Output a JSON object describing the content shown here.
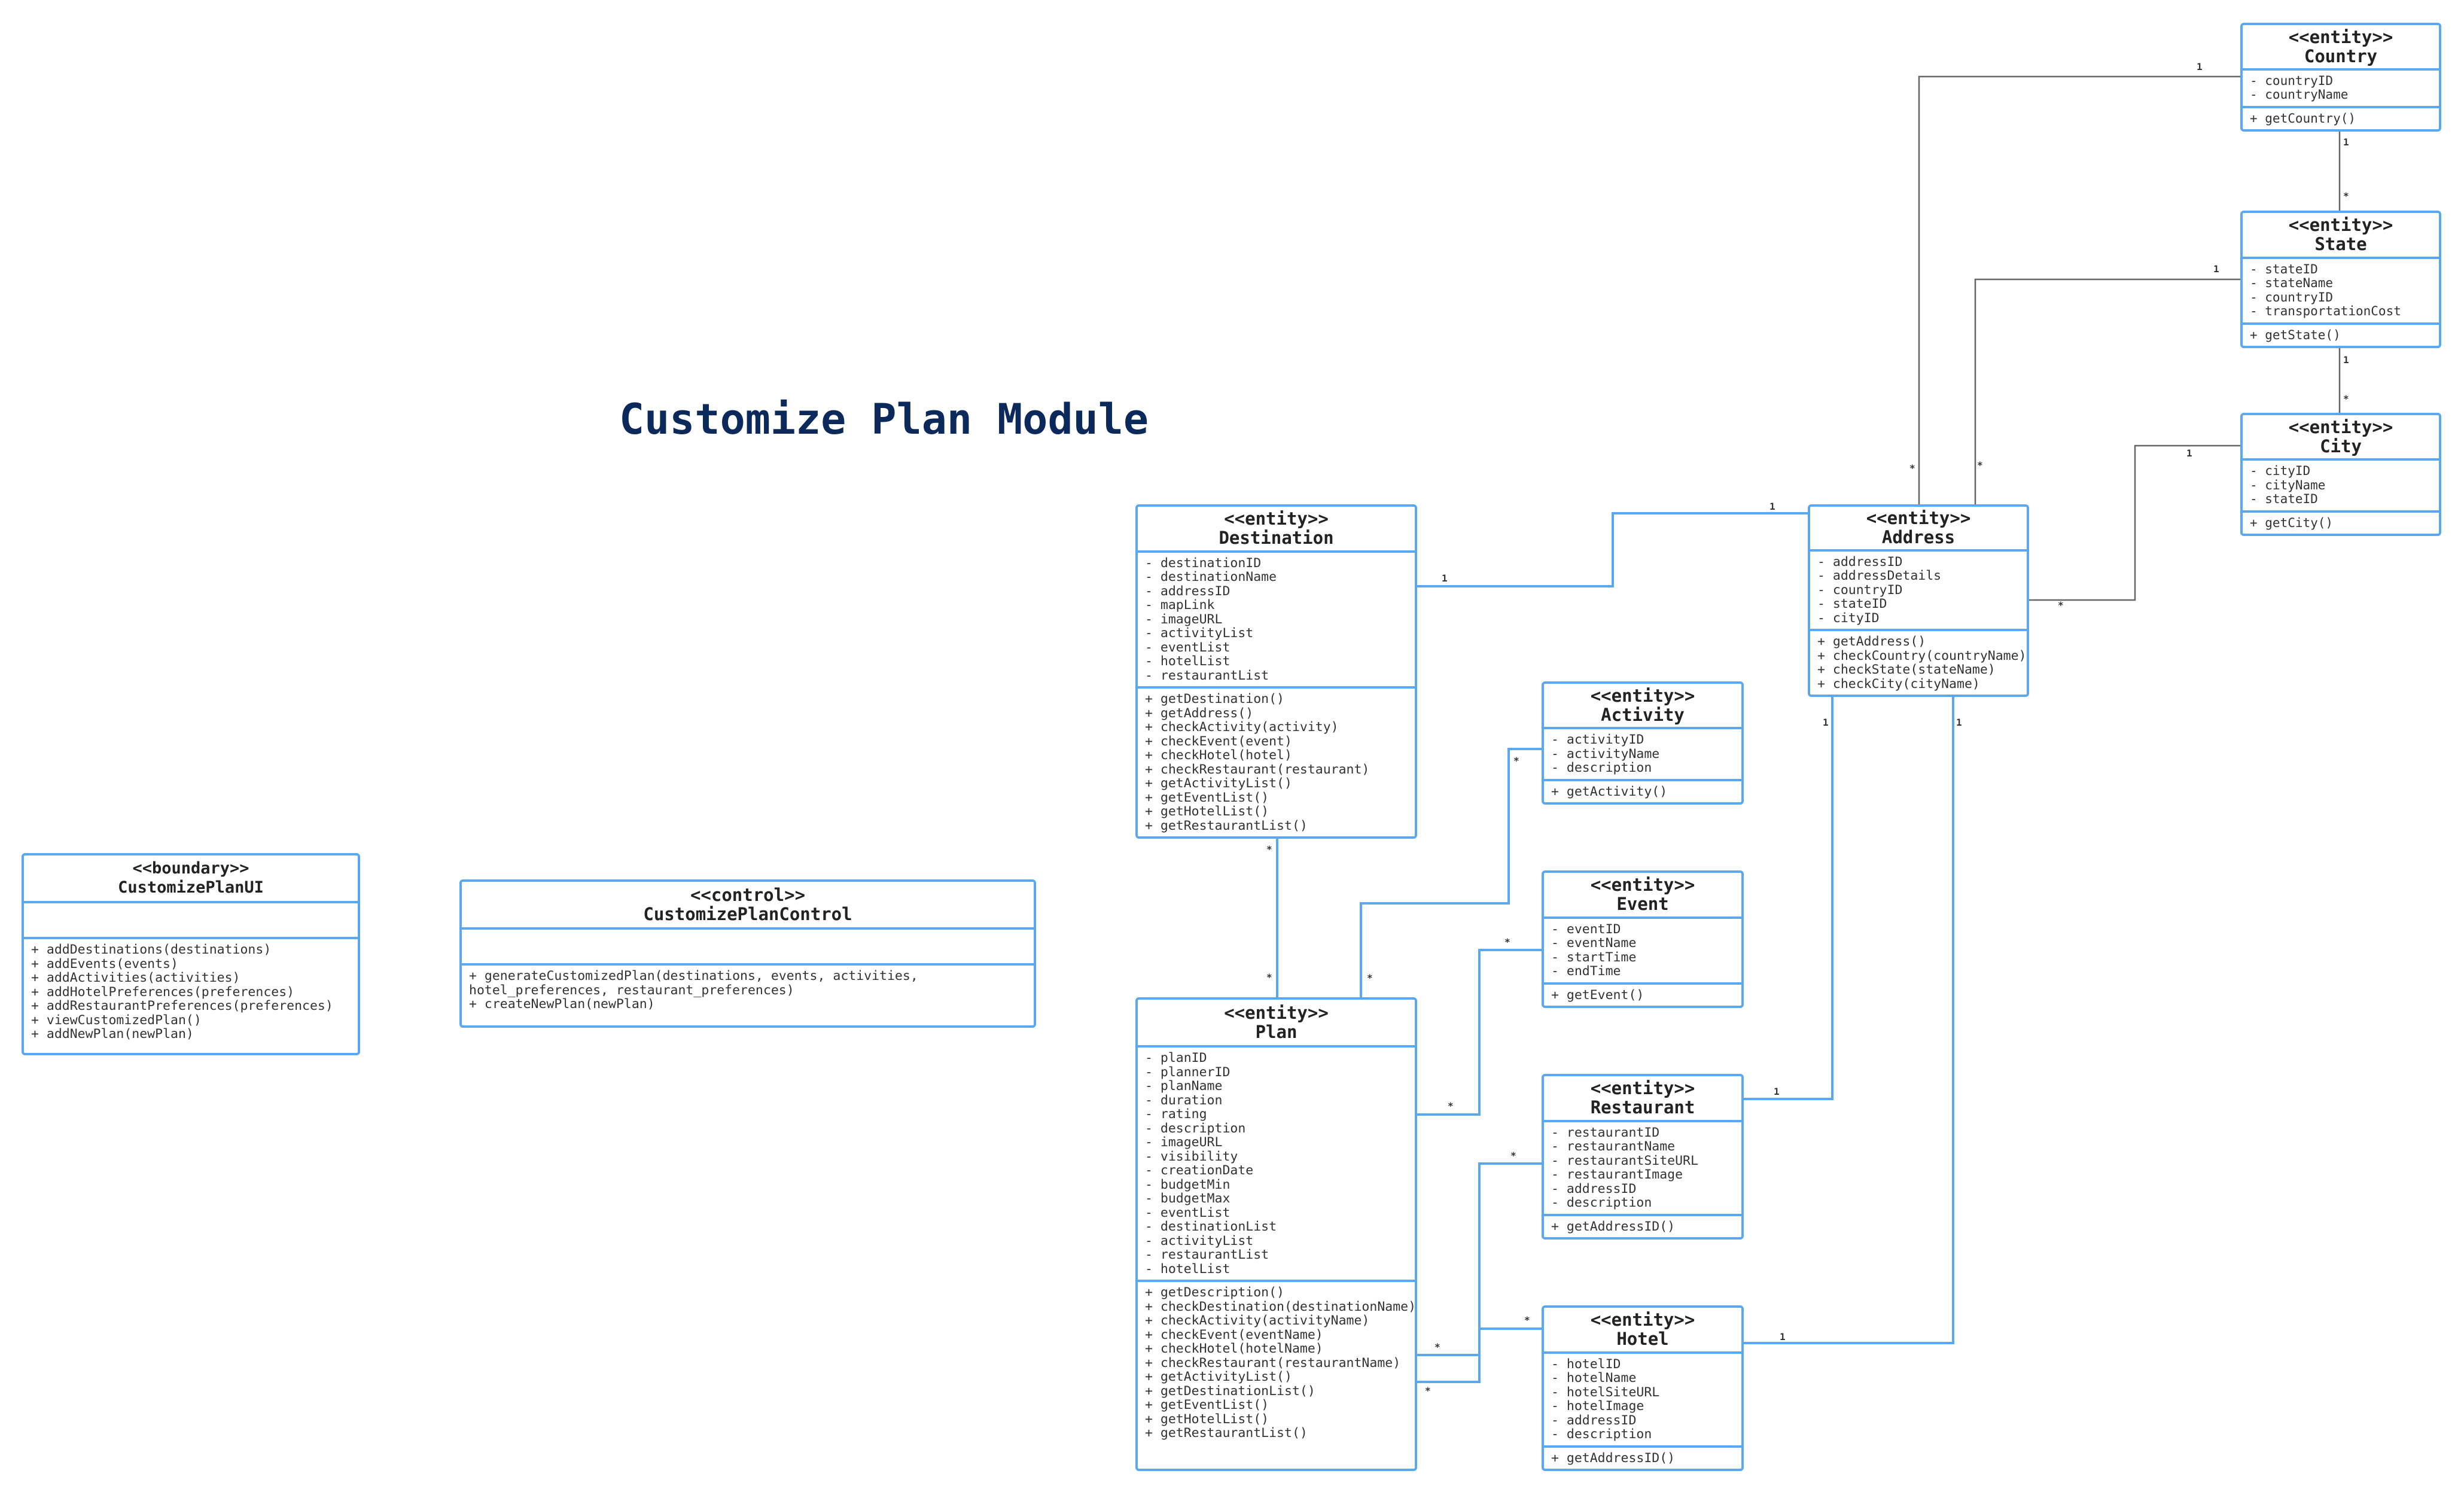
{
  "title": "Customize Plan Module",
  "colors": {
    "border": "#5aa8f0",
    "title": "#0b2a5b",
    "line_blue": "#5aa8f0",
    "line_gray": "#666666"
  },
  "classes": {
    "country": {
      "stereotype": "<<entity>>",
      "name": "Country",
      "attributes": [
        "- countryID",
        "- countryName"
      ],
      "operations": [
        "+ getCountry()"
      ]
    },
    "state": {
      "stereotype": "<<entity>>",
      "name": "State",
      "attributes": [
        "- stateID",
        "- stateName",
        "- countryID",
        "- transportationCost"
      ],
      "operations": [
        "+ getState()"
      ]
    },
    "city": {
      "stereotype": "<<entity>>",
      "name": "City",
      "attributes": [
        "- cityID",
        "- cityName",
        "- stateID"
      ],
      "operations": [
        "+ getCity()"
      ]
    },
    "address": {
      "stereotype": "<<entity>>",
      "name": "Address",
      "attributes": [
        "- addressID",
        "- addressDetails",
        "- countryID",
        "- stateID",
        "- cityID"
      ],
      "operations": [
        "+ getAddress()",
        "+ checkCountry(countryName)",
        "+ checkState(stateName)",
        "+ checkCity(cityName)"
      ]
    },
    "destination": {
      "stereotype": "<<entity>>",
      "name": "Destination",
      "attributes": [
        "- destinationID",
        "- destinationName",
        "- addressID",
        "- mapLink",
        "- imageURL",
        "- activityList",
        "- eventList",
        "- hotelList",
        "- restaurantList"
      ],
      "operations": [
        "+ getDestination()",
        "+ getAddress()",
        "+ checkActivity(activity)",
        "+ checkEvent(event)",
        "+ checkHotel(hotel)",
        "+ checkRestaurant(restaurant)",
        "+ getActivityList()",
        "+ getEventList()",
        "+ getHotelList()",
        "+ getRestaurantList()"
      ]
    },
    "activity": {
      "stereotype": "<<entity>>",
      "name": "Activity",
      "attributes": [
        "- activityID",
        "- activityName",
        "- description"
      ],
      "operations": [
        "+ getActivity()"
      ]
    },
    "event": {
      "stereotype": "<<entity>>",
      "name": "Event",
      "attributes": [
        "- eventID",
        "- eventName",
        "- startTime",
        "- endTime"
      ],
      "operations": [
        "+ getEvent()"
      ]
    },
    "restaurant": {
      "stereotype": "<<entity>>",
      "name": "Restaurant",
      "attributes": [
        "- restaurantID",
        "- restaurantName",
        "- restaurantSiteURL",
        "- restaurantImage",
        "- addressID",
        "- description"
      ],
      "operations": [
        "+ getAddressID()"
      ]
    },
    "hotel": {
      "stereotype": "<<entity>>",
      "name": "Hotel",
      "attributes": [
        "- hotelID",
        "- hotelName",
        "- hotelSiteURL",
        "- hotelImage",
        "- addressID",
        "- description"
      ],
      "operations": [
        "+ getAddressID()"
      ]
    },
    "plan": {
      "stereotype": "<<entity>>",
      "name": "Plan",
      "attributes": [
        "- planID",
        "- plannerID",
        "- planName",
        "- duration",
        "- rating",
        "- description",
        "- imageURL",
        "- visibility",
        "- creationDate",
        "- budgetMin",
        "- budgetMax",
        "- eventList",
        "- destinationList",
        "- activityList",
        "- restaurantList",
        "- hotelList"
      ],
      "operations": [
        "+ getDescription()",
        "+ checkDestination(destinationName)",
        "+ checkActivity(activityName)",
        "+ checkEvent(eventName)",
        "+ checkHotel(hotelName)",
        "+ checkRestaurant(restaurantName)",
        "+ getActivityList()",
        "+ getDestinationList()",
        "+ getEventList()",
        "+ getHotelList()",
        "+ getRestaurantList()"
      ]
    },
    "ui": {
      "stereotype": "<<boundary>>",
      "name": "CustomizePlanUI",
      "attributes": [],
      "operations": [
        "+ addDestinations(destinations)",
        "+ addEvents(events)",
        "+ addActivities(activities)",
        "+ addHotelPreferences(preferences)",
        "+ addRestaurantPreferences(preferences)",
        "+ viewCustomizedPlan()",
        "+ addNewPlan(newPlan)"
      ]
    },
    "control": {
      "stereotype": "<<control>>",
      "name": "CustomizePlanControl",
      "attributes": [],
      "operations": [
        "+ generateCustomizedPlan(destinations, events, activities,",
        "hotel_preferences, restaurant_preferences)",
        "+ createNewPlan(newPlan)"
      ]
    }
  },
  "multiplicities": {
    "country_address_one": "1",
    "country_address_many": "*",
    "country_state_one": "1",
    "country_state_many": "*",
    "state_address_one": "1",
    "state_address_many": "*",
    "state_city_one": "1",
    "state_city_many": "*",
    "city_address_one": "1",
    "city_address_many": "*",
    "dest_address_one": "1",
    "dest_address_one_b": "1",
    "dest_plan_many_a": "*",
    "dest_plan_many_b": "*",
    "plan_activity_many_a": "*",
    "plan_activity_many_b": "*",
    "plan_event_many_a": "*",
    "plan_event_many_b": "*",
    "plan_restaurant_many_a": "*",
    "plan_restaurant_many_b": "*",
    "plan_hotel_many_a": "*",
    "plan_hotel_many_b": "*",
    "restaurant_address_one_a": "1",
    "restaurant_address_one_b": "1",
    "hotel_address_one_a": "1",
    "hotel_address_one_b": "1"
  }
}
